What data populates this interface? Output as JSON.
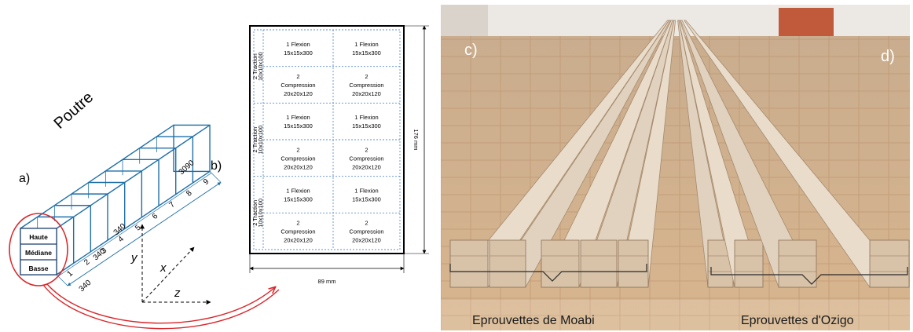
{
  "panels": {
    "a": "a)",
    "b": "b)",
    "c": "c)",
    "d": "d)"
  },
  "beam": {
    "title": "Poutre",
    "segment_numbers": [
      "1",
      "2",
      "3",
      "4",
      "5",
      "6",
      "7",
      "8",
      "9"
    ],
    "dimensions": {
      "seg1": "340",
      "seg2": "340",
      "seg3": "340",
      "total": "3090"
    },
    "layers": [
      "Haute",
      "Médiane",
      "Basse"
    ]
  },
  "axes": {
    "x": "x",
    "y": "y",
    "z": "z"
  },
  "cutting_plan": {
    "traction_label": "2 Traction",
    "traction_dims": "10x10x100",
    "cells": {
      "flexion_label": "1 Flexion",
      "flexion_dims": "15x15x300",
      "compression_count": "2",
      "compression_label": "Compression",
      "compression_dims": "20x20x120"
    },
    "height_dim": "176 mm",
    "width_dim": "89 mm"
  },
  "photo": {
    "caption_left": "Eprouvettes de Moabi",
    "caption_right": "Eprouvettes d'Ozigo"
  },
  "colors": {
    "beam_line": "#1f6fa8",
    "arrow_red": "#d9262a",
    "dashed_blue": "#5b8fd6",
    "tile": "#d2b08c",
    "wall": "#ece8e4"
  }
}
